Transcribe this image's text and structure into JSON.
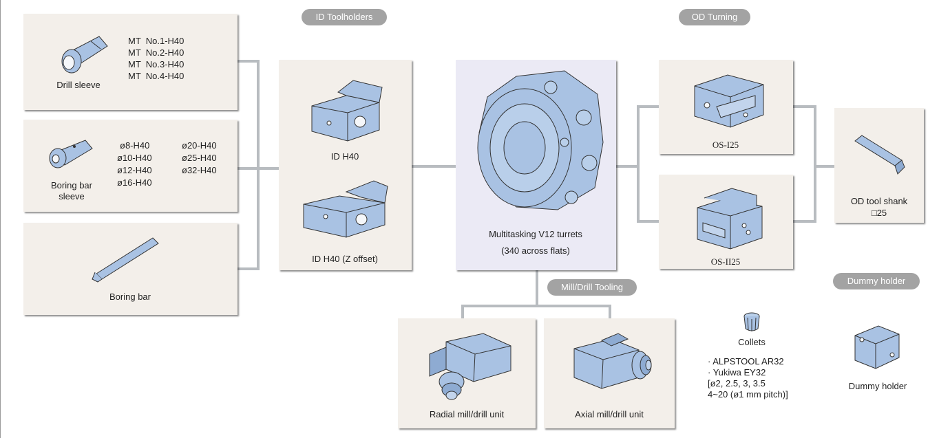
{
  "section_labels": {
    "id_toolholders": "ID Toolholders",
    "od_turning": "OD Turning",
    "mill_drill_tooling": "Mill/Drill Tooling",
    "dummy_holder": "Dummy holder"
  },
  "drill_sleeve": {
    "label": "Drill sleeve",
    "specs": [
      "MT  No.1-H40",
      "MT  No.2-H40",
      "MT  No.3-H40",
      "MT  No.4-H40"
    ]
  },
  "boring_bar_sleeve": {
    "label_line1": "Boring bar",
    "label_line2": "sleeve",
    "specs_col1": [
      "ø8-H40",
      "ø10-H40",
      "ø12-H40",
      "ø16-H40"
    ],
    "specs_col2": [
      "ø20-H40",
      "ø25-H40",
      "ø32-H40"
    ]
  },
  "boring_bar": {
    "label": "Boring bar"
  },
  "id_h40": {
    "label": "ID H40"
  },
  "id_h40_z": {
    "label": "ID H40 (Z offset)"
  },
  "turret": {
    "label_line1": "Multitasking V12 turrets",
    "label_line2": "(340 across flats)"
  },
  "os_i25": {
    "label": "OS-I25"
  },
  "os_ii25": {
    "label": "OS-II25"
  },
  "od_tool_shank": {
    "label_line1": "OD tool shank",
    "label_line2": "□25"
  },
  "radial_unit": {
    "label": "Radial mill/drill unit"
  },
  "axial_unit": {
    "label": "Axial mill/drill unit"
  },
  "collets": {
    "label": "Collets",
    "specs": [
      "· ALPSTOOL AR32",
      "· Yukiwa EY32",
      "[ø2, 2.5, 3, 3.5",
      "4~20 (ø1 mm pitch)]"
    ]
  },
  "dummy_holder_item": {
    "label": "Dummy holder"
  },
  "colors": {
    "box_fill": "#f3efea",
    "center_fill": "#ebeaf5",
    "tool_blue": "#a9c2e3",
    "connector": "#b8bcc0",
    "pill": "#a3a3a3"
  }
}
